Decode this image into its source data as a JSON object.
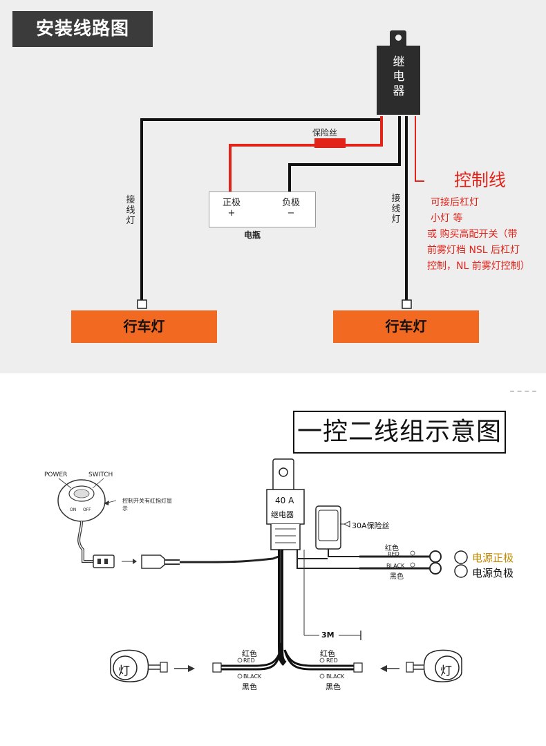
{
  "top": {
    "title": "安装线路图",
    "relay": [
      "继",
      "电",
      "器"
    ],
    "fuse_label": "保险丝",
    "battery": {
      "positive": "正极",
      "positive_sign": "+",
      "negative": "负极",
      "negative_sign": "−",
      "label": "电瓶"
    },
    "wire_label_left": [
      "接",
      "线",
      "灯"
    ],
    "wire_label_right": [
      "接",
      "线",
      "灯"
    ],
    "lamp_left": "行车灯",
    "lamp_right": "行车灯",
    "control_title": "控制线",
    "control_lines": [
      "可接后杠灯",
      "小灯 等",
      "或 购买高配开关（带",
      "前雾灯档 NSL 后杠灯",
      "控制，NL 前雾灯控制）"
    ]
  },
  "bottom": {
    "title": "一控二线组示意图",
    "switch": {
      "power": "POWER",
      "switch": "SWITCH",
      "on": "ON",
      "off": "OFF",
      "note_1": "控制开关有红指灯显",
      "note_2": "示"
    },
    "relay": {
      "rating": "40 A",
      "name": "继电器"
    },
    "fuse": "30A保险丝",
    "wire_red_cn": "红色",
    "wire_red_en": "RED",
    "wire_black_en": "BLACK",
    "wire_black_cn": "黑色",
    "power_positive": "电源正极",
    "power_negative": "电源负极",
    "length": "3M",
    "left_red_cn": "红色",
    "left_red_en": "RED",
    "left_black_en": "BLACK",
    "left_black_cn": "黑色",
    "right_red_cn": "红色",
    "right_red_en": "RED",
    "right_black_en": "BLACK",
    "right_black_cn": "黑色",
    "lamp_left": "灯",
    "lamp_right": "灯"
  },
  "colors": {
    "red_wire": "#e2231a",
    "black_wire": "#111111",
    "lamp_bar": "#f26a22",
    "panel_bg": "#eeeeee",
    "fuse_red": "#e2231a"
  }
}
